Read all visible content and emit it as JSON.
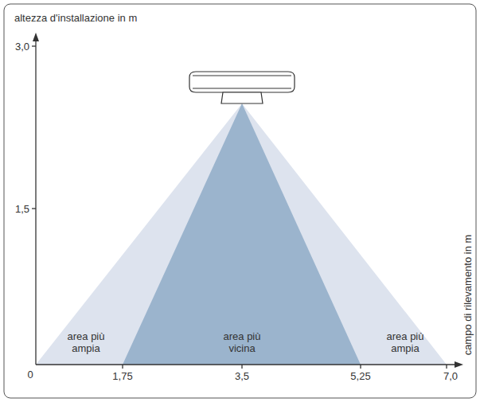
{
  "diagram": {
    "labels": [
      "altezza d'installazione in m",
      "3,0",
      "1,5",
      "0",
      "1,75",
      "3,5",
      "5,25",
      "7,0",
      "campo di rilevamento in m",
      "area più ampia",
      "area più vicina",
      "area più ampia"
    ]
  }
}
